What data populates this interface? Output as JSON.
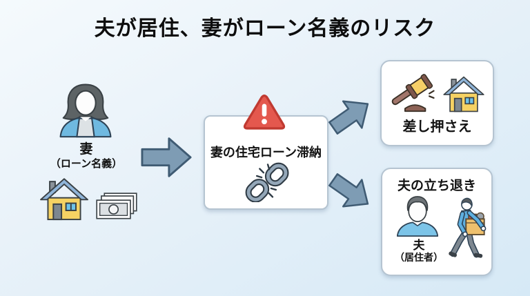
{
  "title": "夫が居住、妻がローン名義のリスク",
  "wife": {
    "label": "妻",
    "sublabel": "（ローン名義）"
  },
  "cause_box": {
    "label": "妻の住宅ローン滞納"
  },
  "outcome_seizure": {
    "label": "差し押さえ"
  },
  "outcome_eviction": {
    "title": "夫の立ち退き",
    "person_label": "夫",
    "person_sublabel": "（居住者）"
  },
  "icons": {
    "wife": "woman-avatar-icon",
    "wife_house": "house-icon",
    "money": "banknotes-icon",
    "flow_main": "arrow-right-icon",
    "warning": "warning-triangle-icon",
    "broken_chain": "broken-chain-icon",
    "flow_to_seizure": "arrow-up-right-icon",
    "flow_to_eviction": "arrow-down-right-icon",
    "gavel": "gavel-icon",
    "seized_house": "house-icon",
    "husband": "man-avatar-icon",
    "moving_out": "person-carrying-box-icon"
  },
  "colors": {
    "arrow_fill": "#7e9cb4",
    "arrow_border": "#3f5b73",
    "warning_red": "#e4584e",
    "warning_red_border": "#c03a31",
    "box_border": "#b5c4d1",
    "person_blue": "#6fb9e0",
    "house_yellow": "#f6d263",
    "roof_blue": "#8fb4d8",
    "background_top": "#f5fafd",
    "background_bottom": "#d6e9f6"
  }
}
